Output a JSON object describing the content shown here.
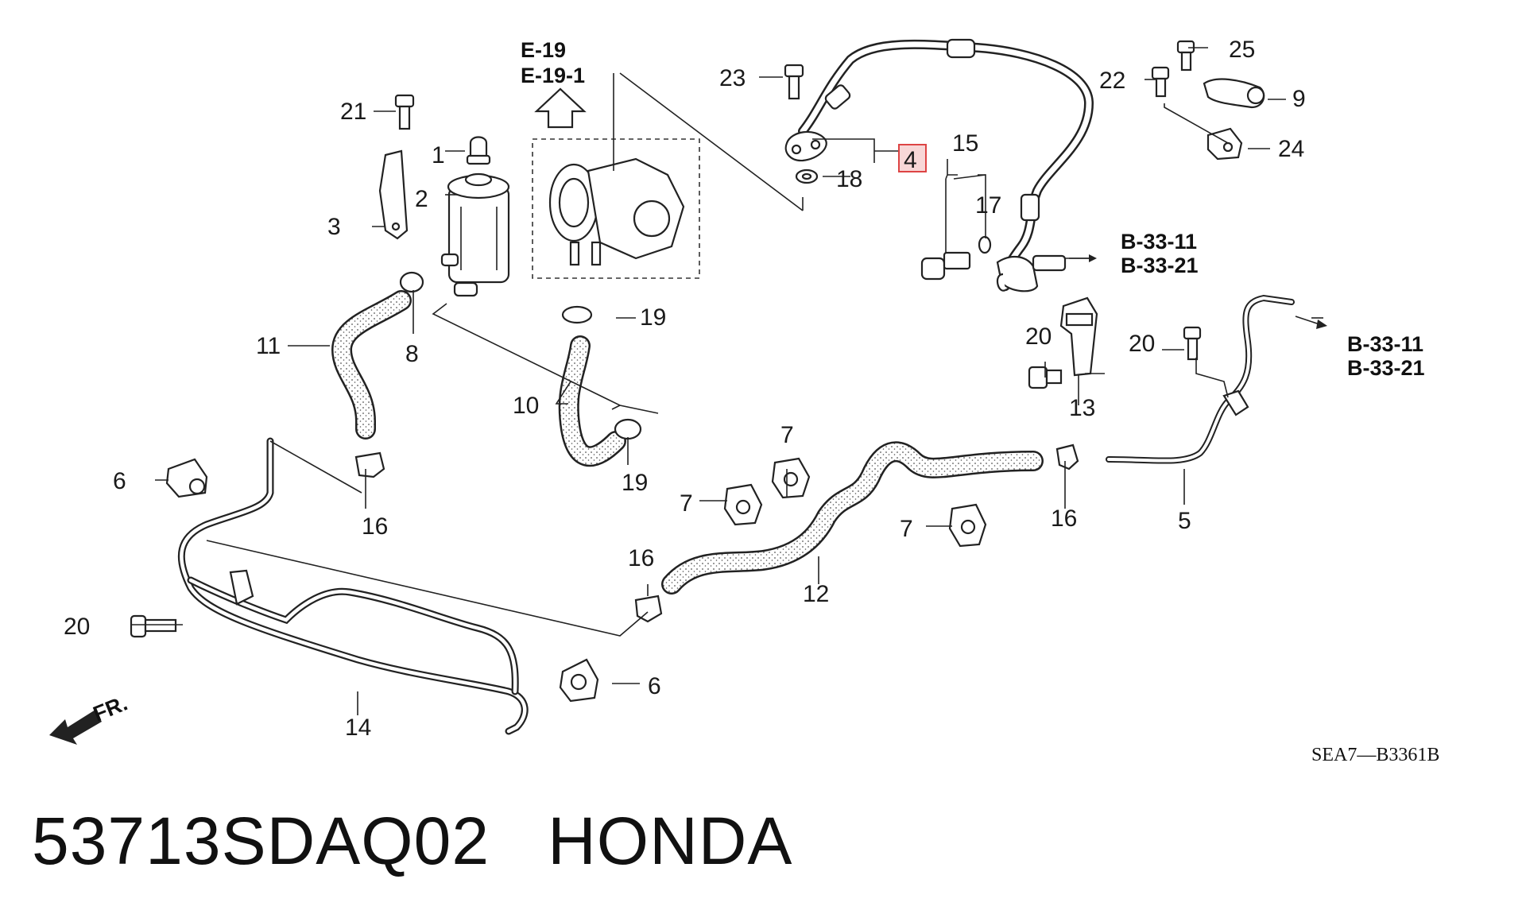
{
  "diagram": {
    "ref_e": [
      "E-19",
      "E-19-1"
    ],
    "ref_b_top": [
      "B-33-11",
      "B-33-21"
    ],
    "ref_b_right": [
      "B-33-11",
      "B-33-21"
    ],
    "code": "SEA7—B3361B",
    "front_label": "FR.",
    "highlight_color": "#d44444",
    "labels": {
      "l1": "1",
      "l2": "2",
      "l3": "3",
      "l4": "4",
      "l5": "5",
      "l6a": "6",
      "l6b": "6",
      "l7a": "7",
      "l7b": "7",
      "l7c": "7",
      "l8": "8",
      "l9": "9",
      "l10": "10",
      "l11": "11",
      "l12": "12",
      "l13": "13",
      "l14": "14",
      "l15": "15",
      "l16a": "16",
      "l16b": "16",
      "l16c": "16",
      "l17": "17",
      "l18": "18",
      "l19a": "19",
      "l19b": "19",
      "l20a": "20",
      "l20b": "20",
      "l20c": "20",
      "l21": "21",
      "l22": "22",
      "l23": "23",
      "l24": "24",
      "l25": "25"
    }
  },
  "caption": {
    "part_number": "53713SDAQ02",
    "brand": "HONDA"
  }
}
